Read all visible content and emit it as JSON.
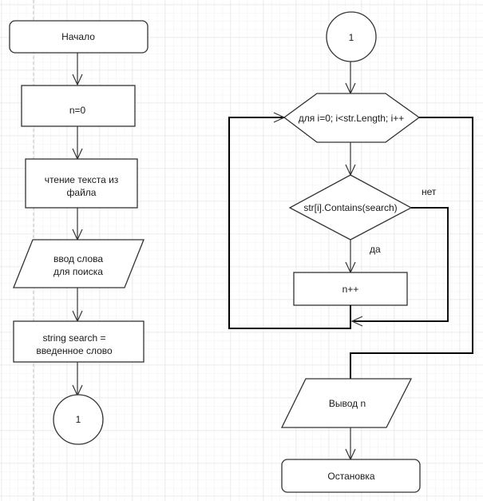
{
  "diagram": {
    "title": "Flowchart: count occurrences of a word in file lines",
    "colors": {
      "stroke": "#333333",
      "thick_stroke": "#000000",
      "fill": "#ffffff",
      "grid_minor": "#f1f1f1",
      "grid_major": "#e3e3e3",
      "guide": "#bdbdbd",
      "text": "#1a1a1a"
    },
    "left_column": {
      "start": {
        "label": "Начало"
      },
      "init": {
        "label": "n=0"
      },
      "read": {
        "lines": [
          "чтение текста из",
          "файла"
        ]
      },
      "input": {
        "lines": [
          "ввод слова",
          "для поиска"
        ]
      },
      "assign": {
        "lines": [
          "string search =",
          "введенное слово"
        ]
      },
      "connector": {
        "label": "1"
      }
    },
    "right_column": {
      "connector": {
        "label": "1"
      },
      "loop": {
        "label": "для i=0; i<str.Length; i++"
      },
      "decision": {
        "label": "str[i].Contains(search)"
      },
      "branch_yes": {
        "label": "да"
      },
      "branch_no": {
        "label": "нет"
      },
      "increment": {
        "label": "n++"
      },
      "output": {
        "label": "Вывод n"
      },
      "stop": {
        "label": "Остановка"
      }
    }
  }
}
